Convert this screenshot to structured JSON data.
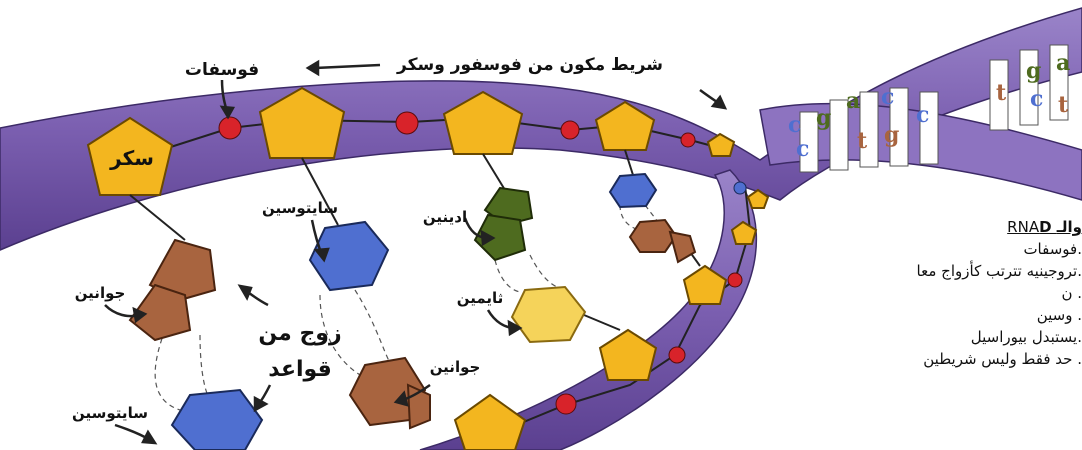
{
  "labels": {
    "phosphate": "فوسفات",
    "backbone": "شريط مكون من فوسفور وسكر",
    "sugar": "سكر",
    "cytosine_top": "سايتوسين",
    "adenine": "ادينين",
    "guanine_left": "جوانين",
    "thymine": "ثايمين",
    "pair_line1": "زوج من",
    "pair_line2": "قواعد",
    "guanine_bottom": "جوانين",
    "cytosine_bottom": "سايتوسين"
  },
  "helix_letters": [
    "c",
    "g",
    "a",
    "c",
    "c",
    "t",
    "g",
    "c",
    "t",
    "g",
    "a",
    "c",
    "t"
  ],
  "side_text": {
    "heading_bold": "D والـ",
    "heading_rest": "RNA",
    "lines": [
      "فوسفات.",
      "تروجينيه تترتب كأزواج معا.",
      "ن .",
      "وسين .",
      "يستبدل بيوراسيل.",
      "حد فقط وليس شريطين ."
    ]
  },
  "colors": {
    "ribbon": "#7b5fb0",
    "sugar": "#f3b61f",
    "phosphate": "#d8232a",
    "guanine": "#a8643f",
    "cytosine": "#4f6fd0",
    "adenine": "#4e6b1f",
    "thymine": "#f5d35a"
  }
}
